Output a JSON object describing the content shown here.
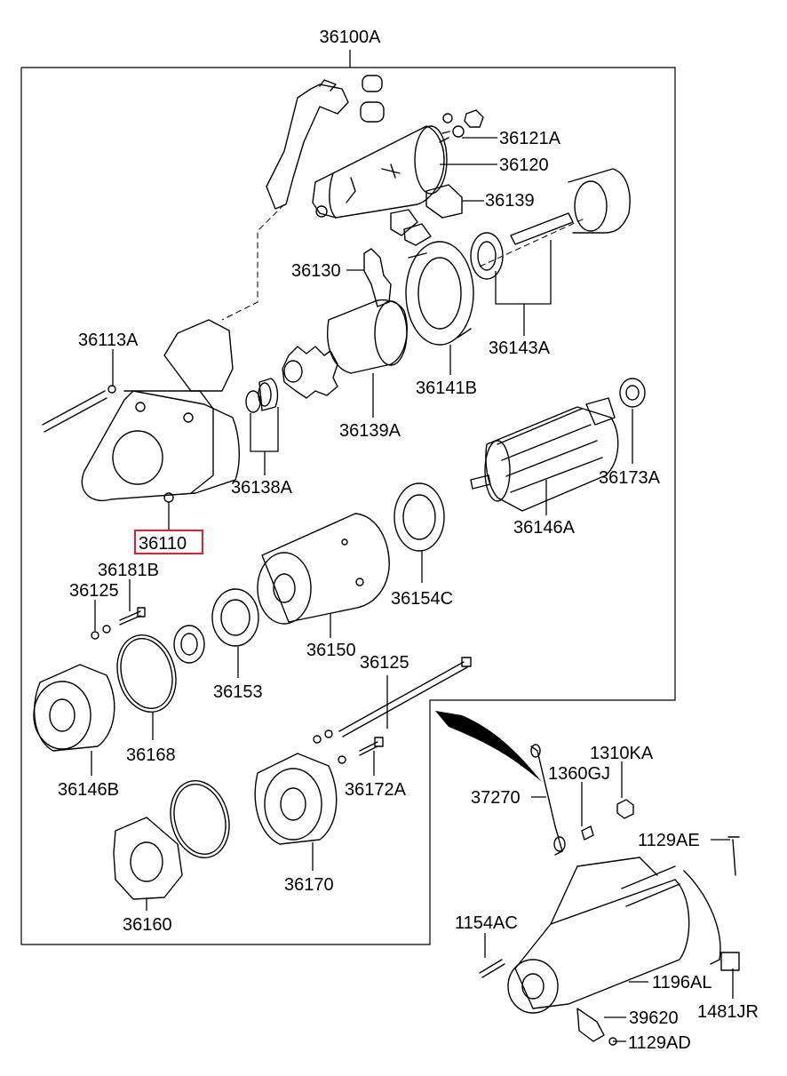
{
  "title": "36100A",
  "highlight_color": "#e0202a",
  "labels": {
    "p36121A": "36121A",
    "p36120": "36120",
    "p36139": "36139",
    "p36130": "36130",
    "p36143A": "36143A",
    "p36113A": "36113A",
    "p36141B": "36141B",
    "p36139A": "36139A",
    "p36138A": "36138A",
    "p36110": "36110",
    "p36173A": "36173A",
    "p36146A": "36146A",
    "p36181B": "36181B",
    "p36125a": "36125",
    "p36154C": "36154C",
    "p36150": "36150",
    "p36125b": "36125",
    "p36153": "36153",
    "p36168": "36168",
    "p36146B": "36146B",
    "p1310KA": "1310KA",
    "p1360GJ": "1360GJ",
    "p37270": "37270",
    "p36172A": "36172A",
    "p1129AE": "1129AE",
    "p36170": "36170",
    "p1154AC": "1154AC",
    "p36160": "36160",
    "p1196AL": "1196AL",
    "p39620": "39620",
    "p1481JR": "1481JR",
    "p1129AD": "1129AD"
  }
}
